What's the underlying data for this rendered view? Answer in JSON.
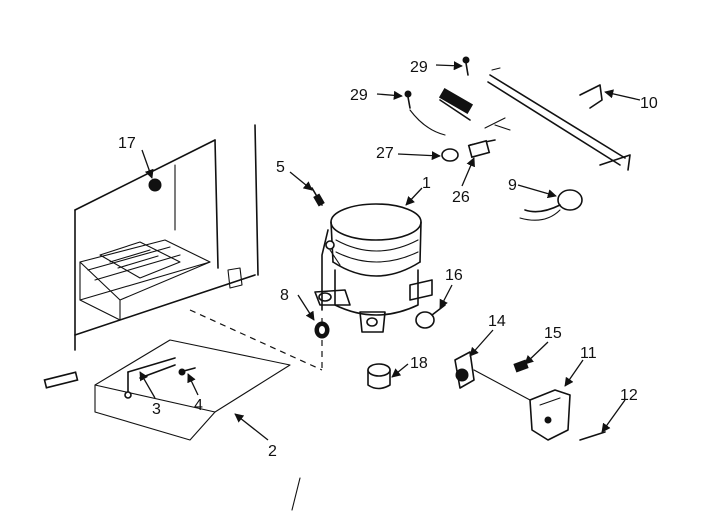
{
  "diagram": {
    "ink_color": "#111111",
    "background_color": "#ffffff",
    "callouts": {
      "c1": "1",
      "c2": "2",
      "c3": "3",
      "c4": "4",
      "c5": "5",
      "c8": "8",
      "c9": "9",
      "c10": "10",
      "c11": "11",
      "c12": "12",
      "c14": "14",
      "c15": "15",
      "c16": "16",
      "c17": "17",
      "c18": "18",
      "c26": "26",
      "c27": "27",
      "c29a": "29",
      "c29b": "29"
    }
  }
}
